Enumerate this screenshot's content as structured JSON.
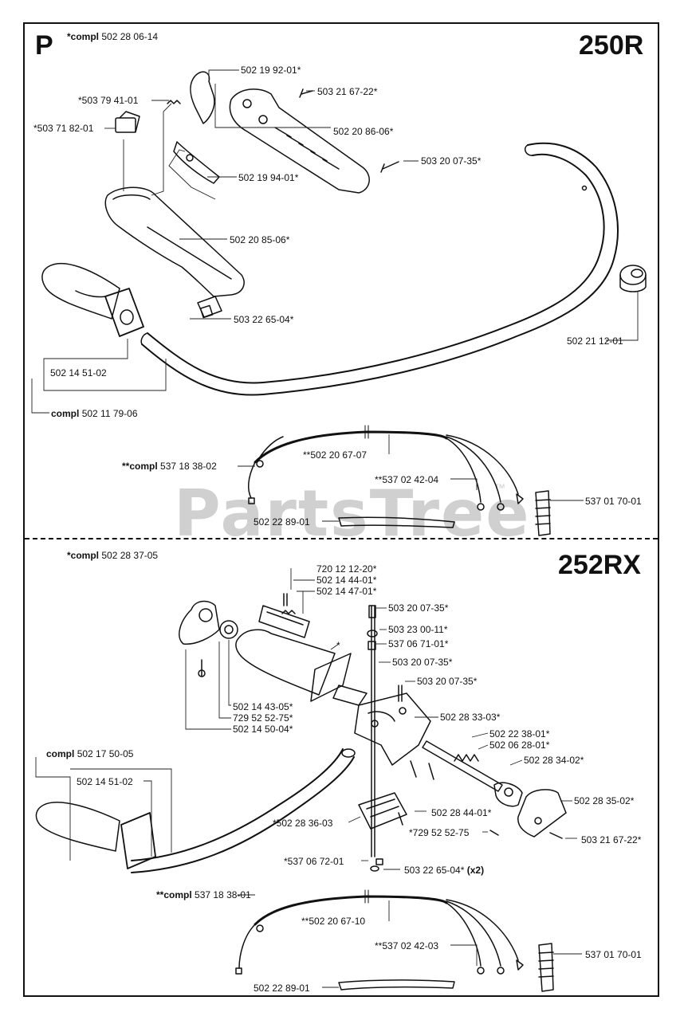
{
  "section": "P",
  "watermark": "PartsTree",
  "watermark_tm": "™",
  "top": {
    "model": "250R",
    "kit": {
      "prefix": "*compl",
      "number": "502 28 06-14"
    },
    "labels": {
      "l1": "502 19 92-01*",
      "l2": "503 21 67-22*",
      "l3": "*503 79 41-01",
      "l4": "*503 71 82-01",
      "l5": "502 20 86-06*",
      "l6": "503 20 07-35*",
      "l7": "502 19 94-01*",
      "l8": "502 20 85-06*",
      "l9": "503 22 65-04*",
      "l10": "502 21 12-01",
      "l11": "502 14 51-02",
      "l12_prefix": "compl",
      "l12": "502 11 79-06",
      "l13": "**502 20 67-07",
      "l14_prefix": "**compl",
      "l14": "537 18 38-02",
      "l15": "**537 02 42-04",
      "l16": "537 01 70-01",
      "l17": "502 22 89-01"
    }
  },
  "bottom": {
    "model": "252RX",
    "kit": {
      "prefix": "*compl",
      "number": "502 28 37-05"
    },
    "labels": {
      "b1": "720 12 12-20*",
      "b2": "502 14 44-01*",
      "b3": "502 14 47-01*",
      "b4": "503 20 07-35*",
      "b5": "503 23 00-11*",
      "b6": "537 06 71-01*",
      "b7": "503 20 07-35*",
      "b8": "503 20 07-35*",
      "b9": "*",
      "b10": "502 14 43-05*",
      "b11": "729 52 52-75*",
      "b12": "502 14 50-04*",
      "b13": "502 28 33-03*",
      "b14": "502 22 38-01*",
      "b15": "502 06 28-01*",
      "b16_prefix": "compl",
      "b16": "502 17 50-05",
      "b17": "502 28 34-02*",
      "b18": "502 14 51-02",
      "b19": "502 28 35-02*",
      "b20": "*502 28 36-03",
      "b21": "502 28 44-01*",
      "b22": "*729 52 52-75",
      "b23": "503 21 67-22*",
      "b24": "*537 06 72-01",
      "b25": "503 22 65-04*",
      "b25_suffix": "(x2)",
      "b26_prefix": "**compl",
      "b26": "537 18 38-01",
      "b27": "**502 20 67-10",
      "b28": "**537 02 42-03",
      "b29": "537 01 70-01",
      "b30": "502 22 89-01"
    }
  }
}
